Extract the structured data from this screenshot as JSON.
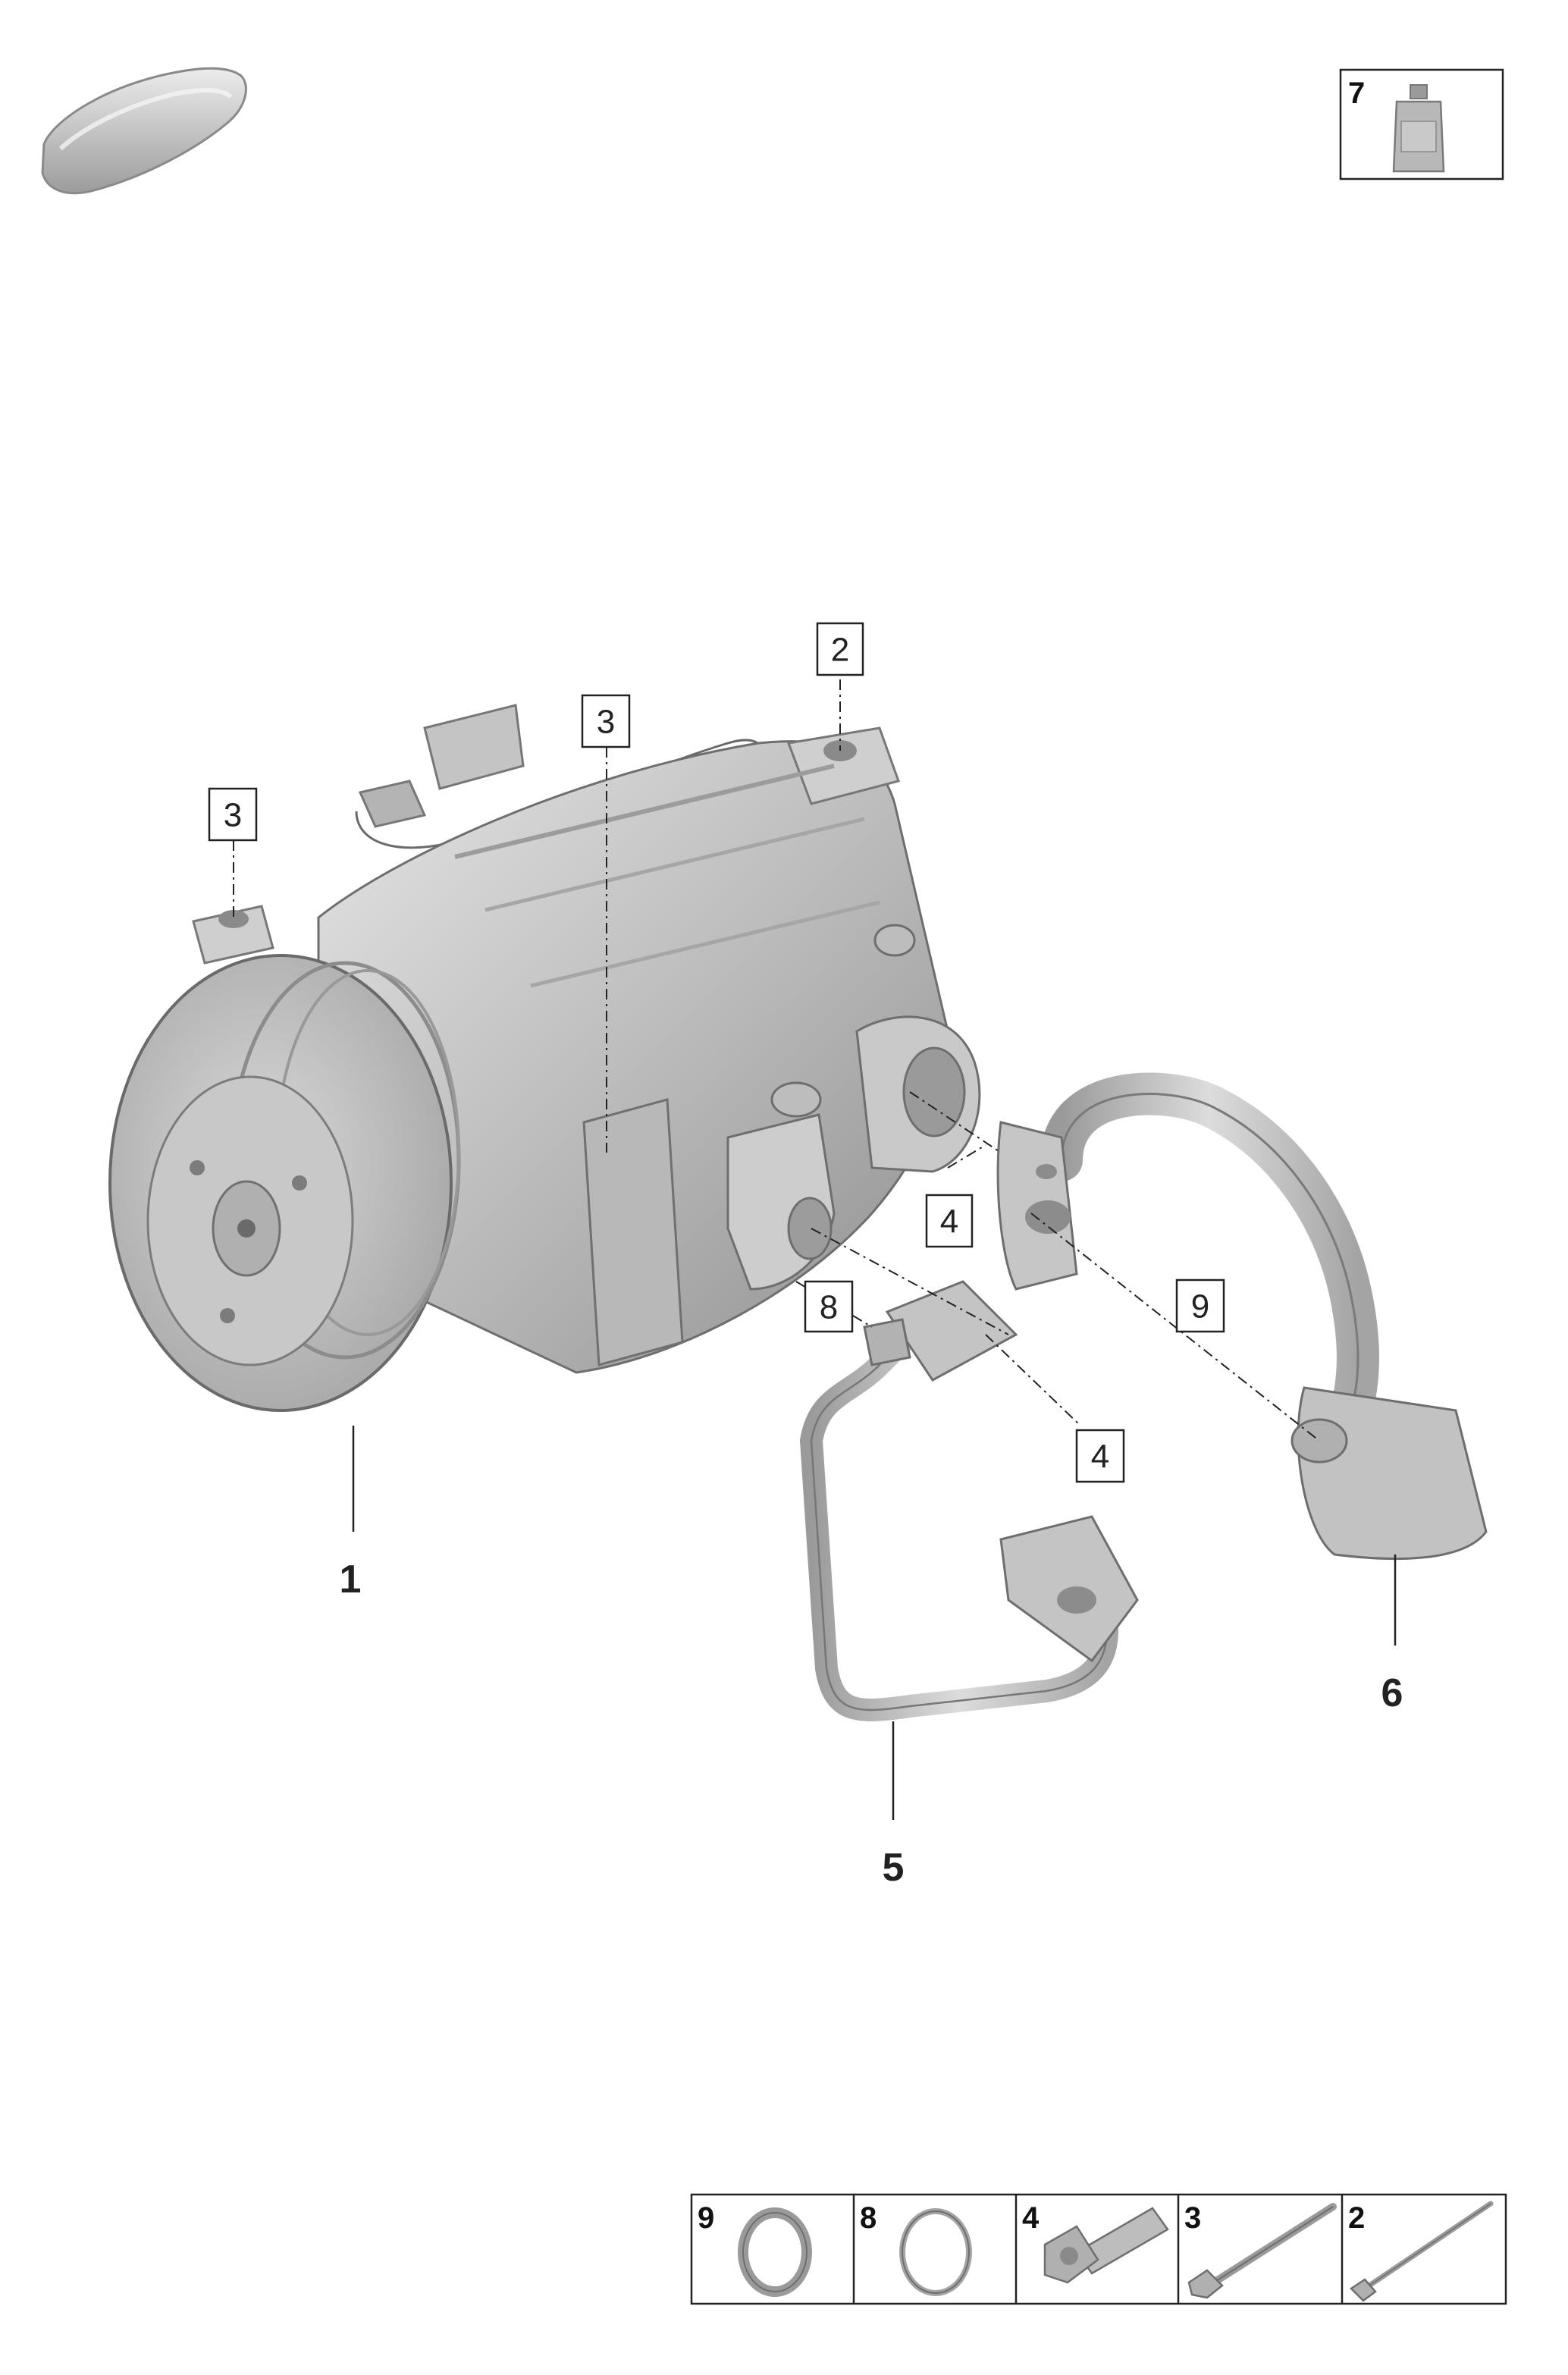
{
  "colors": {
    "part_fill": "#bdbdbd",
    "part_dark": "#8e8e8e",
    "part_light": "#e2e2e2",
    "line": "#222222"
  },
  "callouts": [
    {
      "id": "c2",
      "label": "2"
    },
    {
      "id": "c3a",
      "label": "3"
    },
    {
      "id": "c3b",
      "label": "3"
    },
    {
      "id": "c4a",
      "label": "4"
    },
    {
      "id": "c4b",
      "label": "4"
    },
    {
      "id": "c8",
      "label": "8"
    },
    {
      "id": "c9",
      "label": "9"
    }
  ],
  "part_labels": [
    {
      "id": "p1",
      "label": "1"
    },
    {
      "id": "p5",
      "label": "5"
    },
    {
      "id": "p6",
      "label": "6"
    }
  ],
  "inset_top": {
    "label": "7"
  },
  "parts_tray": [
    {
      "label": "9"
    },
    {
      "label": "8"
    },
    {
      "label": "4"
    },
    {
      "label": "3"
    },
    {
      "label": "2"
    }
  ]
}
